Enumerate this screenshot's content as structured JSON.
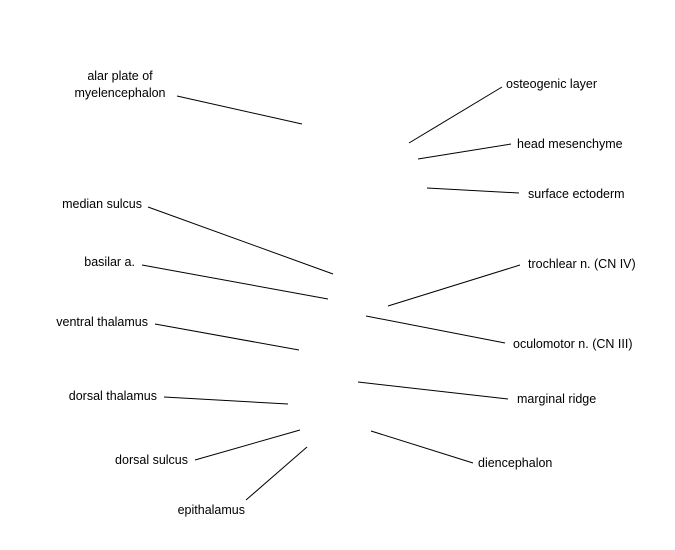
{
  "diagram": {
    "labels": {
      "alar_plate": "alar plate of\nmyelencephalon",
      "median_sulcus": "median sulcus",
      "basilar_a": "basilar a.",
      "ventral_thalamus": "ventral thalamus",
      "dorsal_thalamus": "dorsal thalamus",
      "dorsal_sulcus": "dorsal sulcus",
      "epithalamus": "epithalamus",
      "osteogenic_layer": "osteogenic layer",
      "head_mesenchyme": "head mesenchyme",
      "surface_ectoderm": "surface ectoderm",
      "trochlear_n": "trochlear n. (CN IV)",
      "oculomotor_n": "oculomotor n. (CN III)",
      "marginal_ridge": "marginal ridge",
      "diencephalon": "diencephalon"
    },
    "line_color": "#000000"
  }
}
